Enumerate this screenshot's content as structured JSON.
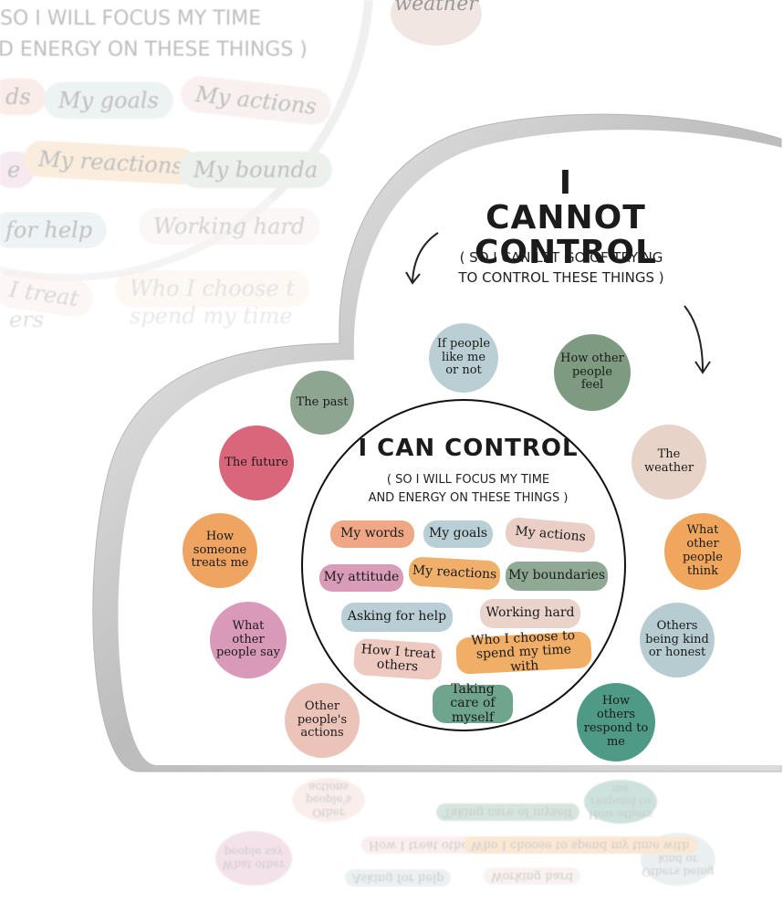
{
  "ghost": {
    "line1": "SO I WILL FOCUS MY TIME",
    "line2": "D ENERGY ON THESE THINGS )",
    "weather": "weather",
    "pills": [
      "ds",
      "My goals",
      "My actions",
      "e",
      "My reactions",
      "My bounda",
      "for help",
      "Working hard",
      "I treat",
      "ers",
      "Who I choose t",
      "spend my time"
    ]
  },
  "cannot": {
    "title_line1": "I CANNOT",
    "title_line2": "CONTROL",
    "sub_line1": "( SO I CAN LET GO OF TRYING",
    "sub_line2": "TO CONTROL THESE THINGS )"
  },
  "can": {
    "title": "I CAN CONTROL",
    "sub_line1": "( SO I WILL FOCUS MY TIME",
    "sub_line2": "AND ENERGY ON THESE THINGS )"
  },
  "outer_circles": [
    {
      "text": "If people like me or not",
      "color": "#b9cfd4"
    },
    {
      "text": "How other people feel",
      "color": "#7e9b82"
    },
    {
      "text": "The past",
      "color": "#8ea592"
    },
    {
      "text": "The weather",
      "color": "#e8d3c8"
    },
    {
      "text": "The future",
      "color": "#d9667a"
    },
    {
      "text": "What other people think",
      "color": "#f0a75d"
    },
    {
      "text": "How someone treats me",
      "color": "#efa561"
    },
    {
      "text": "Others being kind or honest",
      "color": "#b7ccd1"
    },
    {
      "text": "What other people say",
      "color": "#d99ab9"
    },
    {
      "text": "Other people's actions",
      "color": "#ecc3b9"
    },
    {
      "text": "How others respond to me",
      "color": "#4e9a86"
    }
  ],
  "inner_pills": [
    {
      "text": "My words",
      "color": "#f0a785"
    },
    {
      "text": "My goals",
      "color": "#b9cfd6"
    },
    {
      "text": "My actions",
      "color": "#e9cfc5"
    },
    {
      "text": "My attitude",
      "color": "#d89bb8"
    },
    {
      "text": "My reactions",
      "color": "#f0b06b"
    },
    {
      "text": "My boundaries",
      "color": "#8fa994"
    },
    {
      "text": "Asking for help",
      "color": "#bacfd5"
    },
    {
      "text": "Working hard",
      "color": "#ead3cb"
    },
    {
      "text": "How I treat others",
      "color": "#eec9c0"
    },
    {
      "text": "Who I choose to spend my time with",
      "color": "#f1ae66"
    },
    {
      "text": "Taking care of myself",
      "color": "#6fa58c"
    }
  ],
  "colors": {
    "plaque_edge": "#c4c4c4",
    "plaque_face": "#ffffff",
    "ink": "#1b1b1b"
  }
}
